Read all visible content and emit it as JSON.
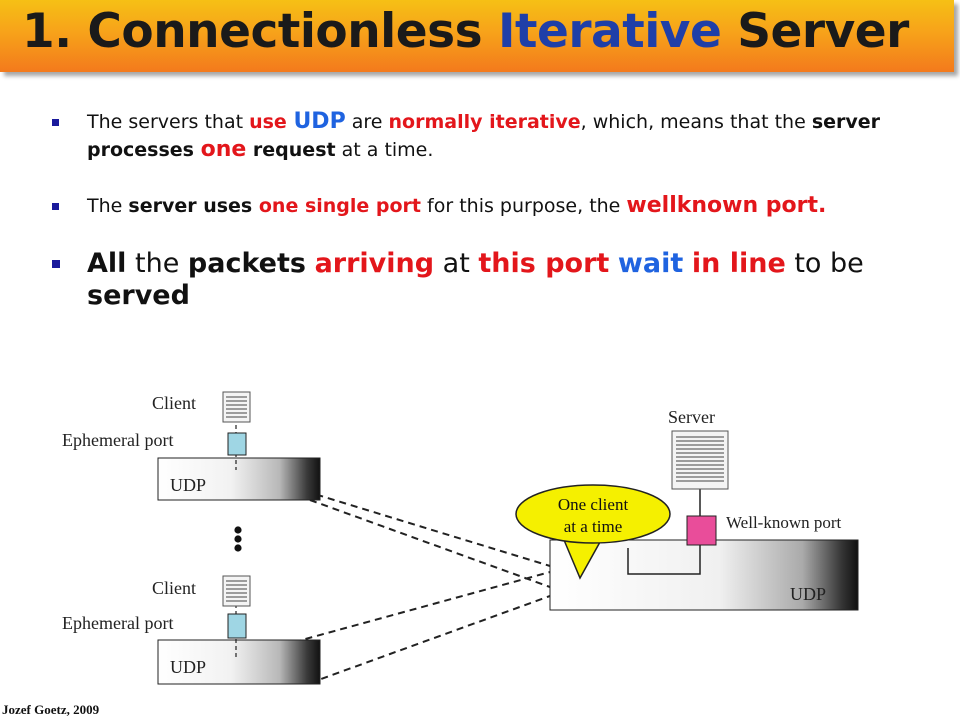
{
  "title": {
    "part1": "1. Connectionless ",
    "highlight": "Iterative",
    "part2": " Server"
  },
  "bullets": {
    "b1": {
      "t1": "The servers that ",
      "t2": "use ",
      "t3": "UDP",
      "t4": " are ",
      "t5": "normally iterative",
      "t6": ", which, means that the ",
      "t7": "server processes ",
      "t8": "one",
      "t9": " request",
      "t10": " at a time."
    },
    "b2": {
      "t1": "The ",
      "t2": "server uses ",
      "t3": "one single port",
      "t4": " for this purpose, the ",
      "t5": "wellknown port."
    },
    "b3": {
      "t1": "All",
      "t2": " the ",
      "t3": "packets",
      "t4": " ",
      "t5": "arriving",
      "t6": " at ",
      "t7": "this port",
      "t8": " ",
      "t9": "wait",
      "t10": " ",
      "t11": "in line",
      "t12": " to be ",
      "t13": "served"
    }
  },
  "diagram": {
    "client1": {
      "label": "Client",
      "port": "Ephemeral port",
      "box": "UDP"
    },
    "client2": {
      "label": "Client",
      "port": "Ephemeral port",
      "box": "UDP"
    },
    "ellipsis": "•\n•\n•",
    "server": {
      "label": "Server",
      "port": "Well-known port",
      "box": "UDP"
    },
    "bubble": {
      "line1": "One client",
      "line2": "at a time"
    }
  },
  "colors": {
    "title_highlight": "#1f3fa8",
    "emphasis_red": "#e3161b",
    "emphasis_blue": "#1f63e0",
    "client_port": "#9fd6e4",
    "server_port": "#e94d9a",
    "bubble": "#f5f000"
  },
  "footer": "Jozef Goetz, 2009"
}
